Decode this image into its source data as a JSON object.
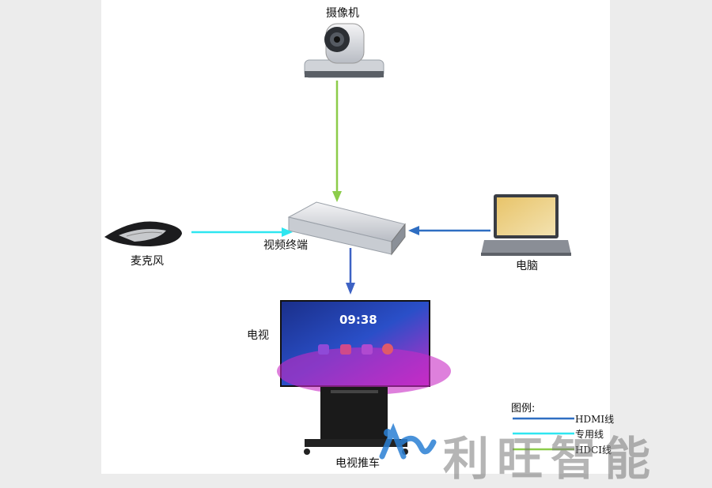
{
  "devices": {
    "camera": "摄像机",
    "microphone": "麦克风",
    "video_terminal": "视频终端",
    "computer": "电脑",
    "tv": "电视",
    "tv_cart": "电视推车"
  },
  "tv_screen": {
    "time": "09:38"
  },
  "legend": {
    "title": "图例:",
    "items": [
      {
        "label": "HDMI线",
        "color": "#2f6ec2"
      },
      {
        "label": "专用线",
        "color": "#2ee6f0"
      },
      {
        "label": "HDCI线",
        "color": "#8ccc4a"
      }
    ]
  },
  "watermark": {
    "text": "利旺智能",
    "logo_color": "#2a7fd4"
  }
}
